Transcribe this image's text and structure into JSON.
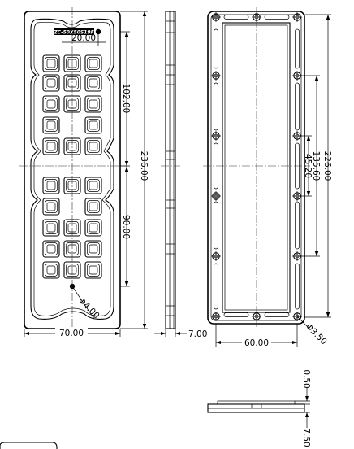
{
  "part_label": "ZC-50X50S19F",
  "dimensions": {
    "hole_pitch": "20.00",
    "upper_group": "102.00",
    "overall_length": "236.00",
    "lower_group": "90.00",
    "hole_dia_front": "Φ4.00",
    "overall_width": "70.00",
    "thickness": "7.00",
    "back_length": "226.00",
    "back_span_1": "135.60",
    "back_span_2": "45.20",
    "back_width": "60.00",
    "back_hole_dia": "Φ3.50",
    "rib_height": "0.50",
    "base_height": "7.50"
  }
}
